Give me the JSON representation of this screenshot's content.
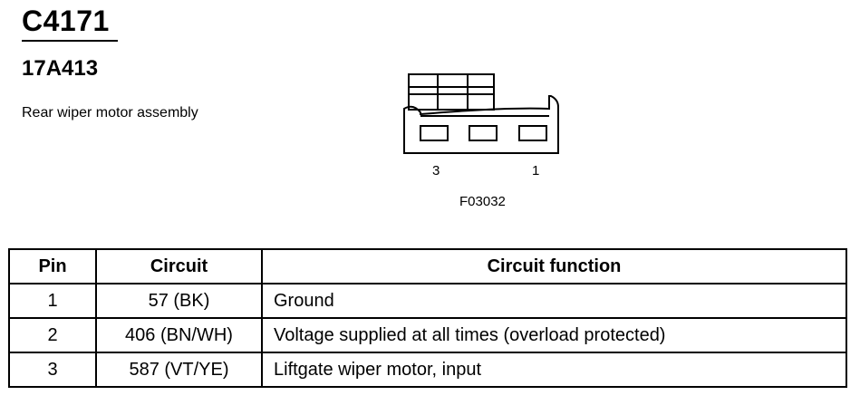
{
  "header": {
    "connector_id": "C4171",
    "part_number": "17A413",
    "description": "Rear wiper motor assembly"
  },
  "diagram": {
    "pin_labels": [
      "3",
      "1"
    ],
    "figure_id": "F03032"
  },
  "table": {
    "headers": [
      "Pin",
      "Circuit",
      "Circuit function"
    ],
    "rows": [
      {
        "pin": "1",
        "circuit": "57 (BK)",
        "function": "Ground"
      },
      {
        "pin": "2",
        "circuit": "406 (BN/WH)",
        "function": "Voltage supplied at all times (overload protected)"
      },
      {
        "pin": "3",
        "circuit": "587 (VT/YE)",
        "function": "Liftgate wiper motor, input"
      }
    ]
  }
}
